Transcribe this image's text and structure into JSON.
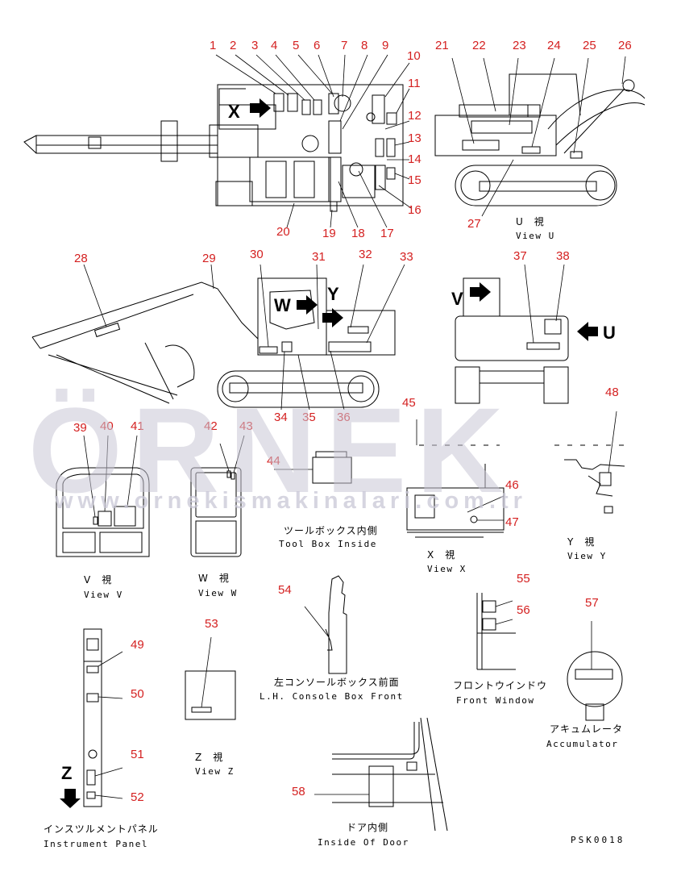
{
  "numbers": [
    "1",
    "2",
    "3",
    "4",
    "5",
    "6",
    "7",
    "8",
    "9",
    "10",
    "11",
    "12",
    "13",
    "14",
    "15",
    "16",
    "17",
    "18",
    "19",
    "20",
    "21",
    "22",
    "23",
    "24",
    "25",
    "26",
    "27",
    "28",
    "29",
    "30",
    "31",
    "32",
    "33",
    "34",
    "35",
    "36",
    "37",
    "38",
    "39",
    "40",
    "41",
    "42",
    "43",
    "44",
    "45",
    "46",
    "47",
    "48",
    "49",
    "50",
    "51",
    "52",
    "53",
    "54",
    "55",
    "56",
    "57",
    "58"
  ],
  "view_letters": {
    "x": "X",
    "y": "Y",
    "w": "W",
    "v": "V",
    "u": "U",
    "z": "Z"
  },
  "captions": {
    "view_u_jp": "U　視",
    "view_u_en": "View U",
    "view_v_jp": "V　視",
    "view_v_en": "View V",
    "view_w_jp": "W　視",
    "view_w_en": "View W",
    "view_x_jp": "X　視",
    "view_x_en": "View X",
    "view_y_jp": "Y　視",
    "view_y_en": "View Y",
    "view_z_jp": "Z　視",
    "view_z_en": "View Z",
    "toolbox_jp": "ツールボックス内側",
    "toolbox_en": "Tool Box Inside",
    "console_jp": "左コンソールボックス前面",
    "console_en": "L.H. Console Box Front",
    "window_jp": "フロントウインドウ",
    "window_en": "Front Window",
    "accum_jp": "アキュムレータ",
    "accum_en": "Accumulator",
    "panel_jp": "インスツルメントパネル",
    "panel_en": "Instrument Panel",
    "door_jp": "ドア内側",
    "door_en": "Inside Of Door"
  },
  "watermark": {
    "brand": "ÖRNEK",
    "url": "www.ornekismakinalari.com.tr"
  },
  "drawing_code": "PSK0018",
  "colors": {
    "callout": "#d42020",
    "watermark": "#c9c7d6",
    "line": "#000000"
  }
}
